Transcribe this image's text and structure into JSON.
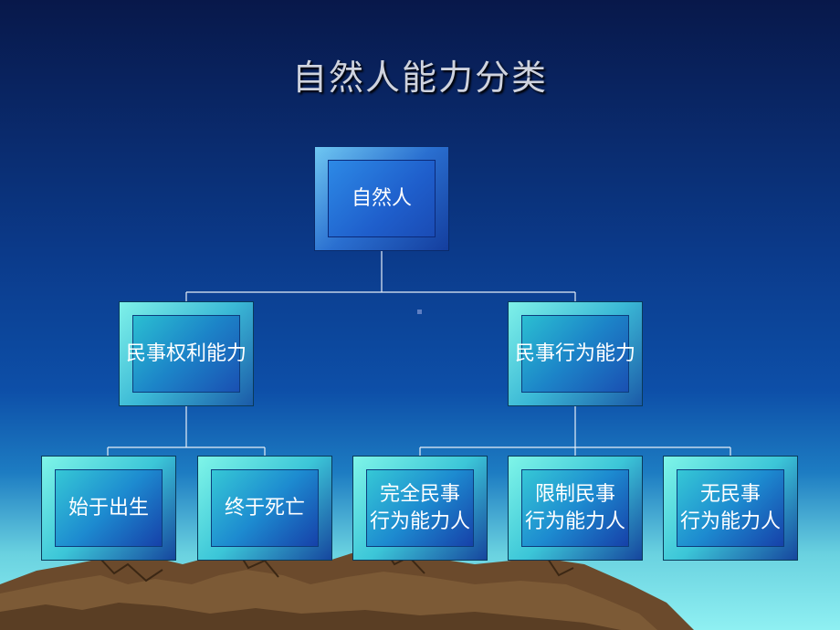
{
  "title": "自然人能力分类",
  "root": {
    "label": "自然人"
  },
  "branches": [
    {
      "label": "民事权利能力",
      "children": [
        {
          "label": "始于出生"
        },
        {
          "label": "终于死亡"
        }
      ]
    },
    {
      "label": "民事行为能力",
      "children": [
        {
          "label": "完全民事\n行为能力人"
        },
        {
          "label": "限制民事\n行为能力人"
        },
        {
          "label": "无民事\n行为能力人"
        }
      ]
    }
  ],
  "colors": {
    "background_top": "#08184a",
    "background_bottom": "#8ff0f2",
    "title": "#cfd3de",
    "connector": "#e6eef8"
  }
}
